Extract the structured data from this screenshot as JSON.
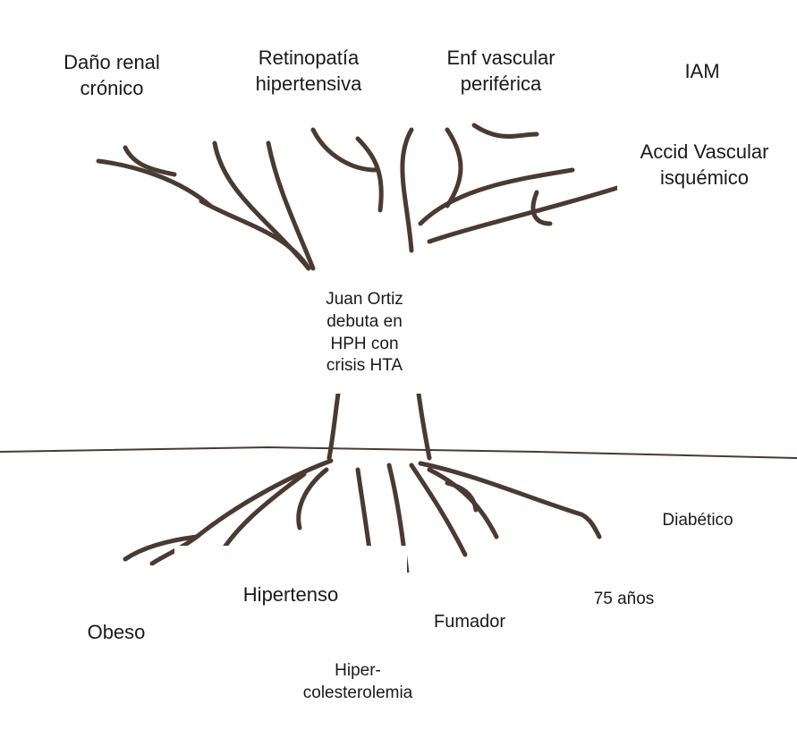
{
  "colors": {
    "stroke": "#4a3a32",
    "background": "#ffffff",
    "text": "#1a1a1a"
  },
  "consequences": {
    "renal": [
      "Daño renal",
      "crónico"
    ],
    "retinopathy": [
      "Retinopatía",
      "hipertensiva"
    ],
    "vascular": [
      "Enf vascular",
      "periférica"
    ],
    "iam": [
      "IAM"
    ],
    "stroke": [
      "Accid Vascular",
      "isquémico"
    ]
  },
  "center": [
    "Juan Ortiz",
    "debuta en",
    "HPH con",
    "crisis HTA"
  ],
  "risk_factors": {
    "diabetic": [
      "Diabético"
    ],
    "age": [
      "75 años"
    ],
    "hypertensive": [
      "Hipertenso"
    ],
    "smoker": [
      "Fumador"
    ],
    "obese": [
      "Obeso"
    ],
    "cholesterol": [
      "Hiper-",
      "colesterolemia"
    ]
  }
}
